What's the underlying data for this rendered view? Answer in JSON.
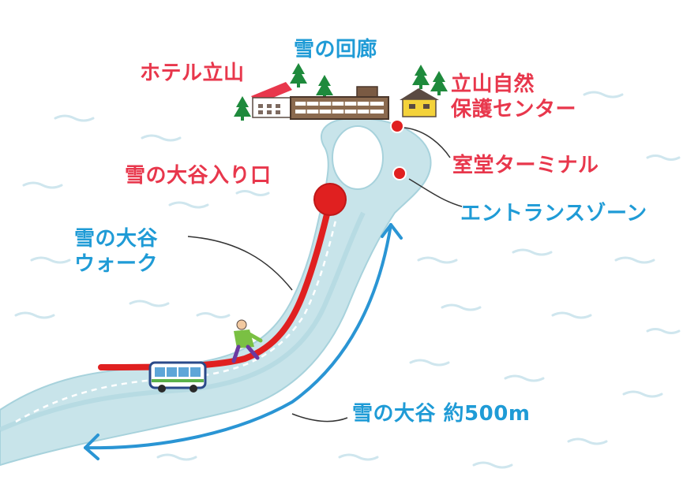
{
  "map": {
    "colors": {
      "road": "#c8e4ea",
      "road_edge": "#9dcad4",
      "walk_route": "#e02020",
      "arrow": "#2a95d4",
      "label_red": "#e8374c",
      "label_blue": "#1f9bd6",
      "snow_wave": "#cfe6ee",
      "tree": "#1e8a3c"
    },
    "labels": {
      "hotel_tateyama": "ホテル立山",
      "snow_corridor": "雪の回廊",
      "nature_center_line1": "立山自然",
      "nature_center_line2": "保護センター",
      "murodo_terminal": "室堂ターミナル",
      "entrance_zone": "エントランスゾーン",
      "otani_entrance": "雪の大谷入り口",
      "otani_walk_line1": "雪の大谷",
      "otani_walk_line2": "ウォーク",
      "otani_length": "雪の大谷 約500m"
    },
    "icons": [
      "hotel-building-icon",
      "terminal-building-icon",
      "nature-center-house-icon",
      "tree-icon",
      "bus-icon",
      "walker-icon",
      "arrow-icon"
    ]
  }
}
